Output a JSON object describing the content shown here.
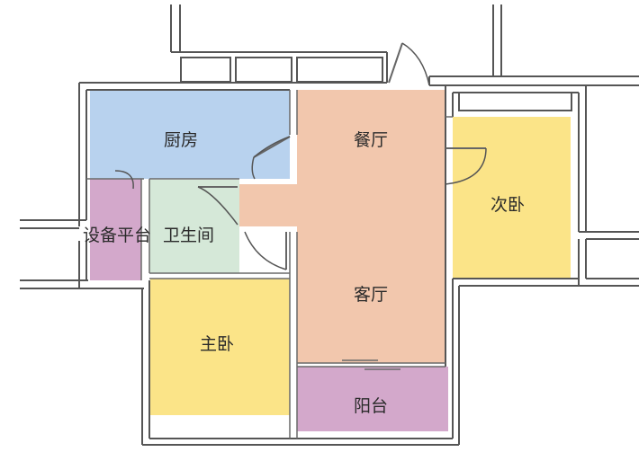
{
  "rooms": {
    "kitchen": {
      "label": "厨房",
      "color": "#b8d2ee"
    },
    "dining": {
      "label": "餐厅",
      "color": "#f2c7ad"
    },
    "living": {
      "label": "客厅",
      "color": "#f2c7ad"
    },
    "second_bedroom": {
      "label": "次卧",
      "color": "#fbe488"
    },
    "master_bedroom": {
      "label": "主卧",
      "color": "#fbe488"
    },
    "bathroom": {
      "label": "卫生间",
      "color": "#d5e8d8"
    },
    "utility_platform": {
      "label": "设备平台",
      "color": "#d3a8cb"
    },
    "balcony": {
      "label": "阳台",
      "color": "#d3a8cb"
    }
  },
  "colors": {
    "wall": "#555555",
    "background": "#ffffff"
  }
}
